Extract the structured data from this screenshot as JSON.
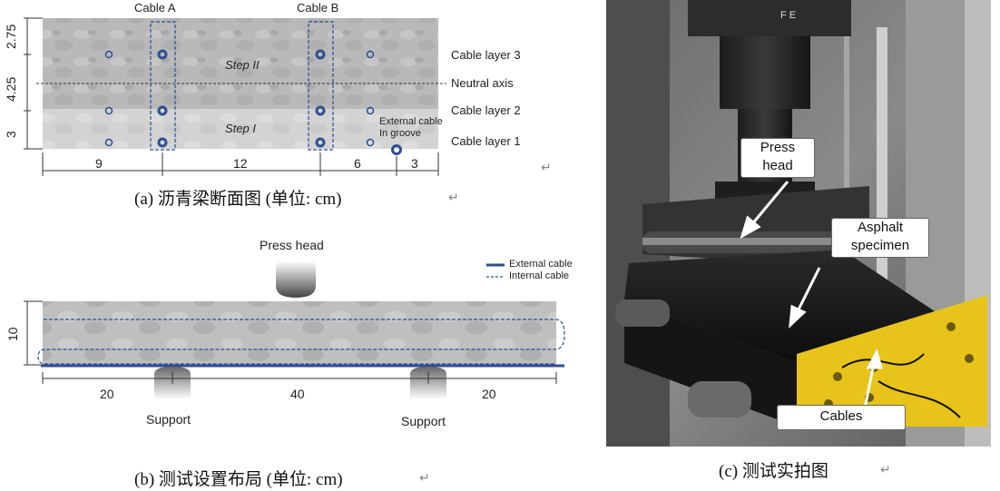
{
  "panel_a": {
    "cable_a": "Cable A",
    "cable_b": "Cable B",
    "step_2": "Step II",
    "step_1": "Step I",
    "cable_layer_3": "Cable layer 3",
    "neutral_axis": "Neutral axis",
    "cable_layer_2": "Cable layer 2",
    "cable_layer_1": "Cable layer 1",
    "external_cable_line1": "External cable",
    "external_cable_line2": "In groove",
    "dim_v_top": "2.75",
    "dim_v_mid": "4.25",
    "dim_v_bot": "3",
    "dim_h": [
      "9",
      "12",
      "6",
      "3"
    ],
    "caption": "(a)  沥青梁断面图 (单位: cm)"
  },
  "panel_b": {
    "press_head": "Press head",
    "legend_external": "External cable",
    "legend_internal": "Internal cable",
    "dim_v": "10",
    "dim_h": [
      "20",
      "40",
      "20"
    ],
    "support_left": "Support",
    "support_right": "Support",
    "caption": "(b)  测试设置布局 (单位: cm)"
  },
  "panel_c": {
    "press_head": "Press head",
    "asphalt_specimen": "Asphalt specimen",
    "cables": "Cables",
    "machine_label": "F E",
    "caption": "(c)  测试实拍图"
  },
  "return_mark": "↵",
  "colors": {
    "cable_blue": "#2e4f8f",
    "beam_gray_upper": "#bdbdbd",
    "beam_gray_lower": "#d6d6d6",
    "bracket_yellow": "#e8c31a"
  }
}
